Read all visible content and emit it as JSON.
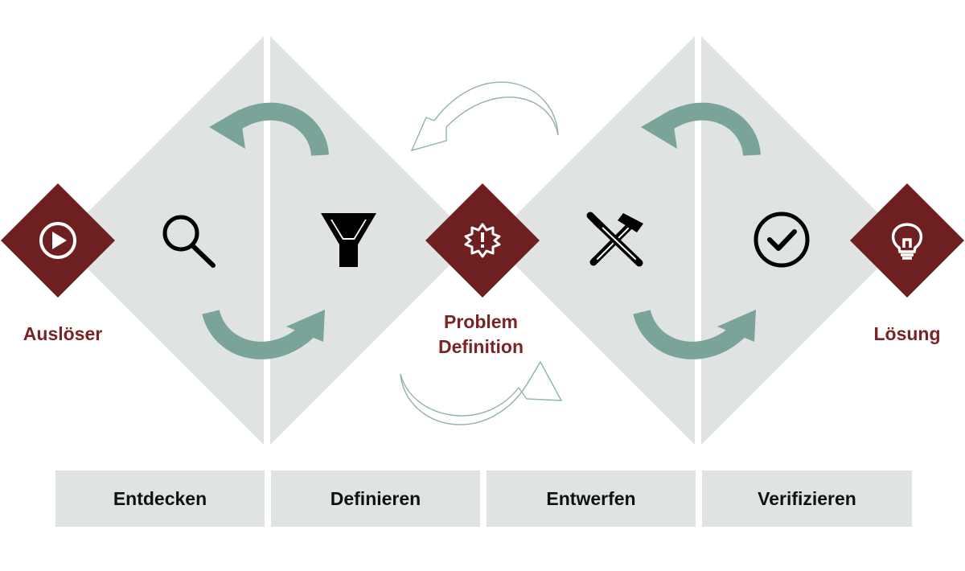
{
  "milestones": {
    "start": "Auslöser",
    "middle_line1": "Problem",
    "middle_line2": "Definition",
    "end": "Lösung"
  },
  "phases": [
    "Entdecken",
    "Definieren",
    "Entwerfen",
    "Verifizieren"
  ],
  "icons": {
    "start": "play-icon",
    "discover": "search-icon",
    "define": "filter-icon",
    "problem": "alert-badge-icon",
    "develop": "tools-icon",
    "verify": "check-circle-icon",
    "end": "lightbulb-icon"
  },
  "colors": {
    "diamond": "#dfe3e2",
    "milestone": "#6e1f1f",
    "milestone_text": "#7a2424",
    "arrow": "#7aa39a",
    "divider": "#ffffff"
  }
}
